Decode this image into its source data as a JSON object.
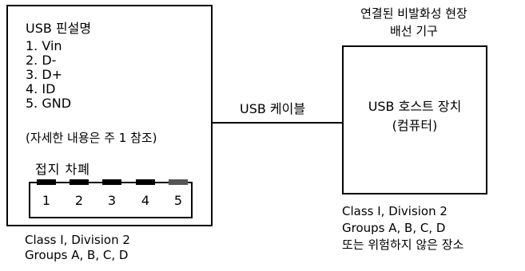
{
  "device": {
    "pin_title": "USB 핀설명",
    "pins": [
      "1. Vin",
      "2. D-",
      "3. D+",
      "4. ID",
      "5. GND"
    ],
    "note": "(자세한 내용은 주 1 참조)",
    "shield_label": "접지 차폐",
    "connector_pins": [
      "1",
      "2",
      "3",
      "4",
      "5"
    ],
    "class_text": "Class I, Division 2\nGroups A, B, C, D"
  },
  "cable": {
    "label": "USB 케이블"
  },
  "host": {
    "top_label": "연결된 비발화성 현장\n배선 기구",
    "label": "USB 호스트 장치\n(컴퓨터)",
    "class_text": "Class I, Division 2\nGroups A, B, C, D\n또는 위험하지 않은 장소"
  }
}
